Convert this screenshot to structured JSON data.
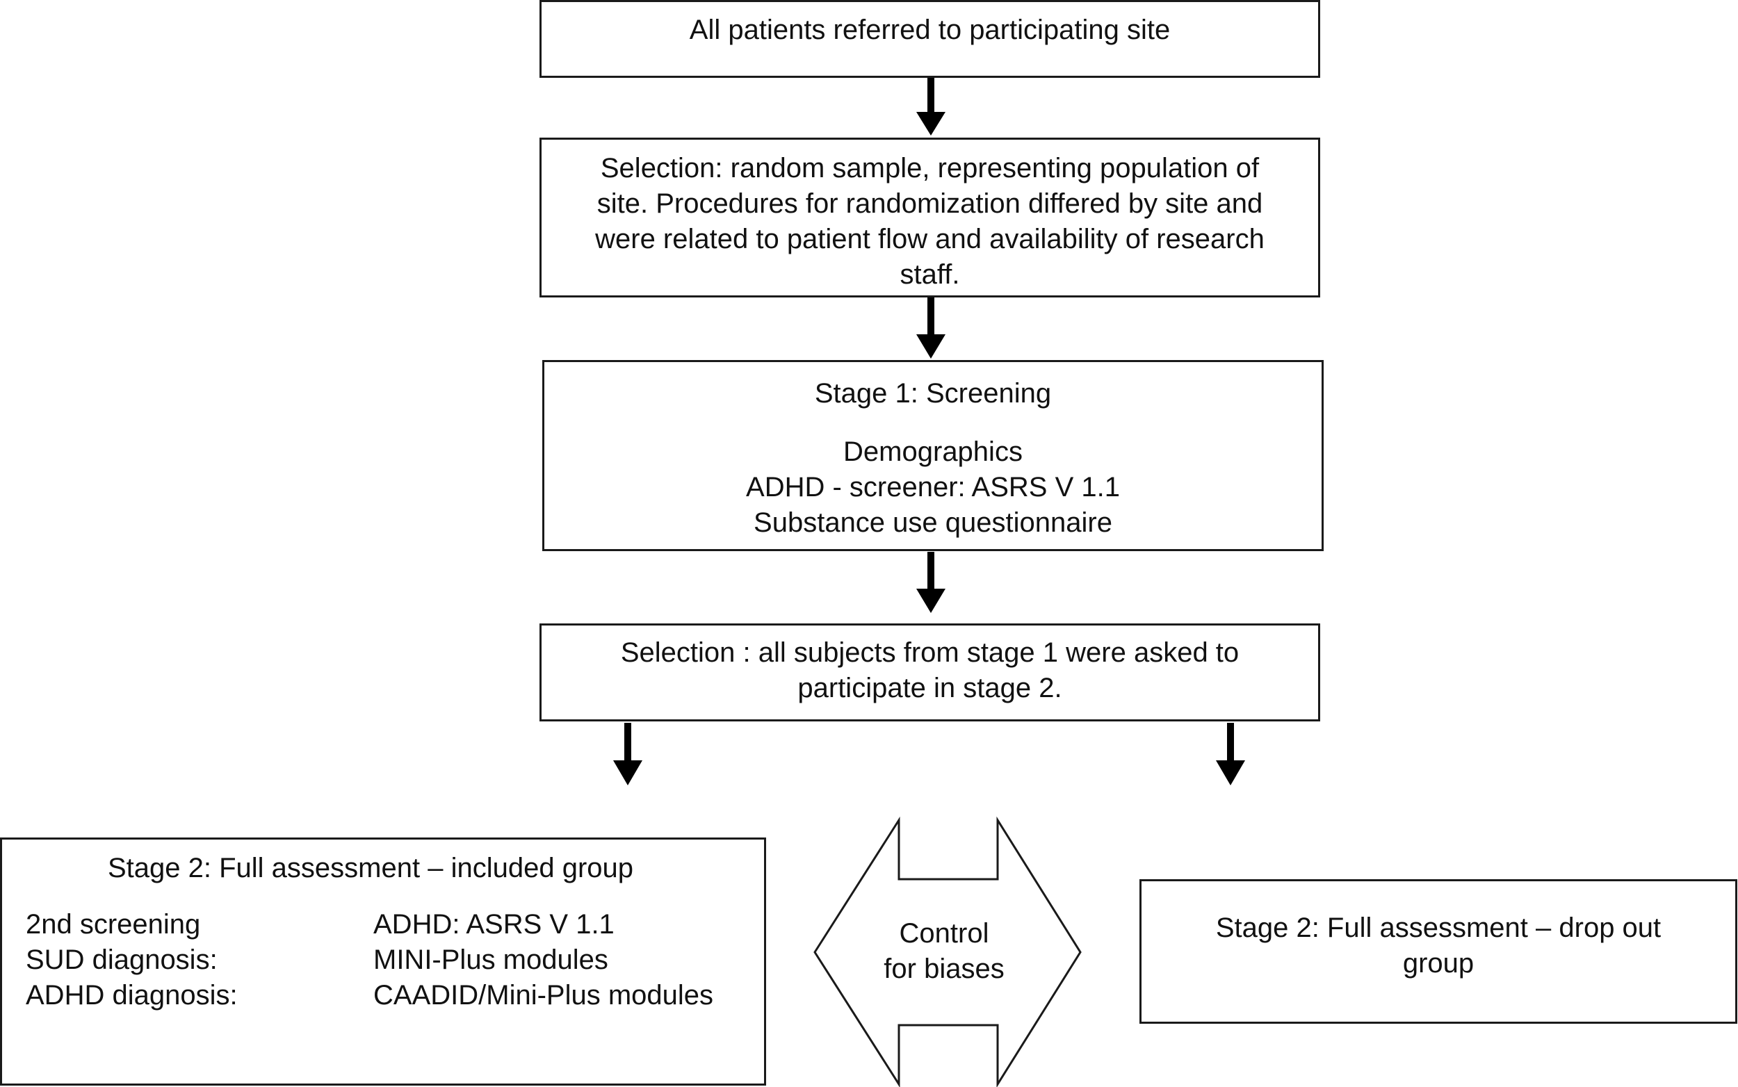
{
  "boxes": {
    "referred": {
      "text": "All patients referred to participating site"
    },
    "selection_random": {
      "text": "Selection: random sample, representing population of site. Procedures for randomization differed by site and were related to patient flow and availability of research staff."
    },
    "stage1": {
      "title": "Stage 1: Screening",
      "lines": [
        "Demographics",
        "ADHD - screener: ASRS V 1.1",
        "Substance use questionnaire"
      ]
    },
    "selection_stage2": {
      "text": "Selection : all subjects from stage 1 were asked to participate in stage 2."
    },
    "stage2_included": {
      "title": "Stage 2: Full assessment – included group",
      "rows": [
        {
          "label": "2nd screening",
          "value": "ADHD: ASRS V 1.1"
        },
        {
          "label": "SUD diagnosis:",
          "value": "MINI-Plus modules"
        },
        {
          "label": "ADHD diagnosis:",
          "value": "CAADID/Mini-Plus modules"
        }
      ]
    },
    "control": {
      "line1": "Control",
      "line2": "for biases"
    },
    "stage2_dropout": {
      "text": "Stage 2: Full assessment – drop out group"
    }
  }
}
